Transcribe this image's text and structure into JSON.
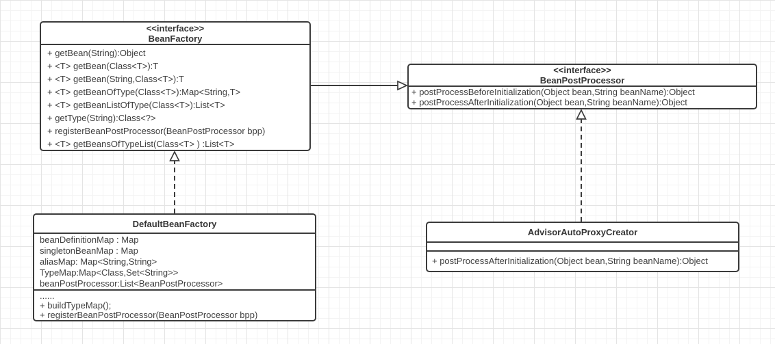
{
  "classes": {
    "bean_factory": {
      "stereotype": "<<interface>>",
      "name": "BeanFactory",
      "methods": [
        "+ getBean(String):Object",
        "+ <T> getBean(Class<T>):T",
        "+ <T> getBean(String,Class<T>):T",
        "+ <T> getBeanOfType(Class<T>):Map<String,T>",
        "+ <T> getBeanListOfType(Class<T>):List<T>",
        "+ getType(String):Class<?>",
        "+ registerBeanPostProcessor(BeanPostProcessor bpp)",
        "+ <T> getBeansOfTypeList(Class<T> ) :List<T>"
      ]
    },
    "bean_post_processor": {
      "stereotype": "<<interface>>",
      "name": "BeanPostProcessor",
      "methods": [
        "+ postProcessBeforeInitialization(Object bean,String beanName):Object",
        "+ postProcessAfterInitialization(Object bean,String beanName):Object"
      ]
    },
    "default_bean_factory": {
      "name": "DefaultBeanFactory",
      "attributes": [
        "beanDefinitionMap : Map",
        "singletonBeanMap : Map",
        "aliasMap: Map<String,String>",
        "TypeMap:Map<Class,Set<String>>",
        "beanPostProcessor:List<BeanPostProcessor>"
      ],
      "methods": [
        "......",
        "+ buildTypeMap();",
        "+ registerBeanPostProcessor(BeanPostProcessor bpp)"
      ]
    },
    "advisor_auto_proxy_creator": {
      "name": "AdvisorAutoProxyCreator",
      "attributes": [],
      "methods": [
        "+ postProcessAfterInitialization(Object bean,String beanName):Object"
      ]
    }
  },
  "relationships": [
    {
      "from": "BeanFactory",
      "to": "BeanPostProcessor",
      "line": "solid",
      "arrowhead": "hollow-triangle",
      "direction": "right"
    },
    {
      "from": "DefaultBeanFactory",
      "to": "BeanFactory",
      "line": "dashed",
      "arrowhead": "hollow-triangle",
      "direction": "up"
    },
    {
      "from": "AdvisorAutoProxyCreator",
      "to": "BeanPostProcessor",
      "line": "dashed",
      "arrowhead": "hollow-triangle",
      "direction": "up"
    }
  ],
  "colors": {
    "stroke": "#3b3b3b",
    "text": "#3f3f3f",
    "box_fill": "#ffffff",
    "canvas": "#ffffff",
    "grid_minor": "#f3f3f3",
    "grid_major": "#e4e4e4"
  }
}
